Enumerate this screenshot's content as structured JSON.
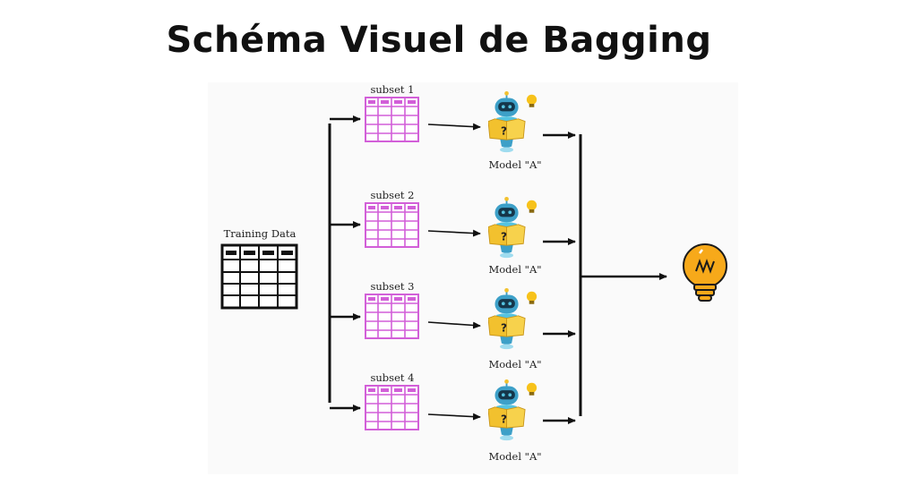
{
  "title": "Schéma Visuel de Bagging",
  "training_label": "Training Data",
  "subsets": [
    {
      "label": "subset 1",
      "model": "Model \"A\""
    },
    {
      "label": "subset 2",
      "model": "Model \"A\""
    },
    {
      "label": "subset 3",
      "model": "Model \"A\""
    },
    {
      "label": "subset 4",
      "model": "Model \"A\""
    }
  ],
  "colors": {
    "subset_table": "#d25fd8",
    "robot_body": "#3da0c8",
    "robot_light": "#55c3e0",
    "folder": "#f2c12e",
    "bulb": "#f7a91a",
    "arrow": "#111111"
  },
  "icons": {
    "training": "table-icon",
    "subset": "pink-table-icon",
    "model": "robot-icon",
    "result": "lightbulb-icon"
  }
}
